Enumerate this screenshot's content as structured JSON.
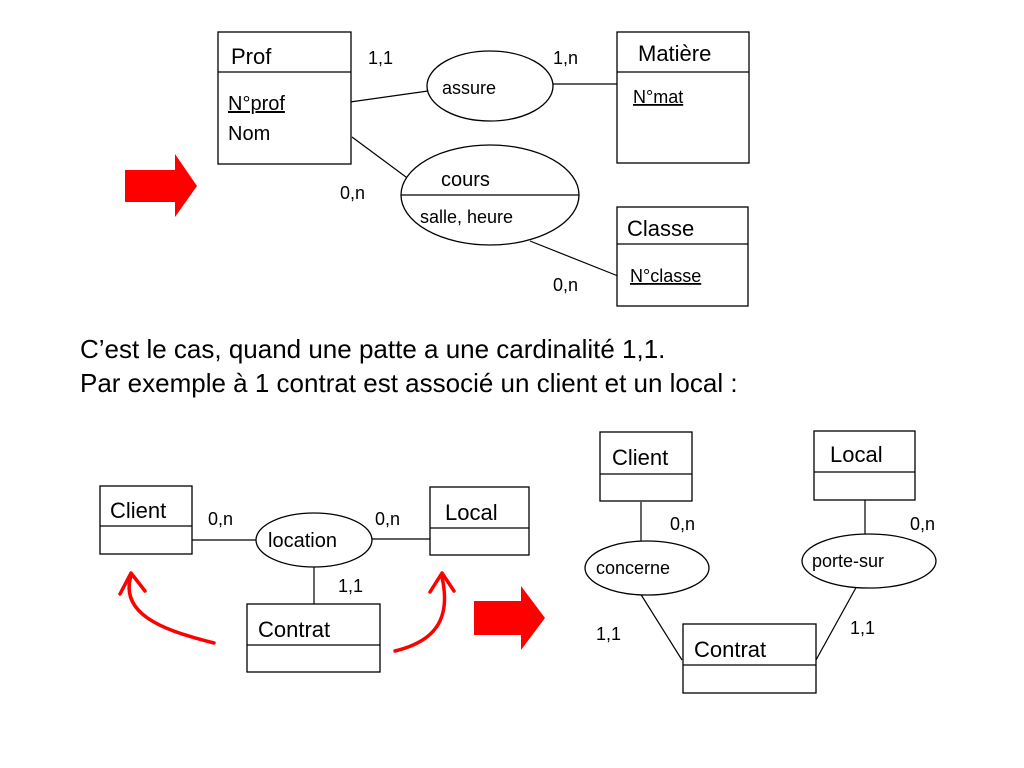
{
  "top": {
    "prof": {
      "title": "Prof",
      "attr1": "N°prof",
      "attr2": "Nom"
    },
    "matiere": {
      "title": "Matière",
      "attr1": "N°mat"
    },
    "classe": {
      "title": "Classe",
      "attr1": "N°classe"
    },
    "assure": {
      "label": "assure",
      "card_left": "1,1",
      "card_right": "1,n"
    },
    "cours": {
      "label": "cours",
      "attrs": "salle, heure",
      "card_prof": "0,n",
      "card_classe": "0,n"
    }
  },
  "text": {
    "line1": "C’est le cas, quand une patte a une cardinalité 1,1.",
    "line2": "Par exemple à 1 contrat est associé un client et un local :"
  },
  "left": {
    "client": "Client",
    "local": "Local",
    "contrat": "Contrat",
    "location": "location",
    "card_client": "0,n",
    "card_local": "0,n",
    "card_contrat": "1,1"
  },
  "right": {
    "client": "Client",
    "local": "Local",
    "contrat": "Contrat",
    "concerne": "concerne",
    "porte_sur": "porte-sur",
    "card_client": "0,n",
    "card_local": "0,n",
    "card_contrat_left": "1,1",
    "card_contrat_right": "1,1"
  },
  "colors": {
    "arrow_red": "#ff0000"
  }
}
